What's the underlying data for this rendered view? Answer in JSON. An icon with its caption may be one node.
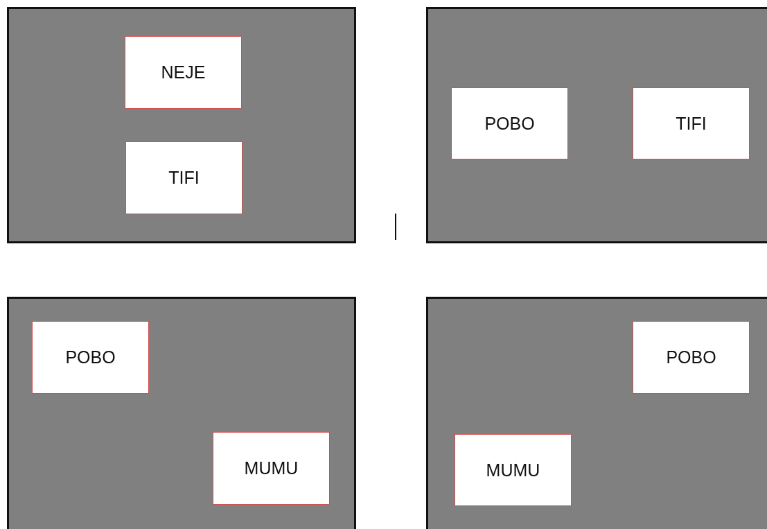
{
  "diagram": {
    "nodes": [
      {
        "text": [],
        "shape": "box"
      },
      {
        "text": [
          "NEJE"
        ],
        "in": 0
      },
      {
        "text": [
          "TIFI"
        ],
        "in": 0
      },
      {
        "text": [],
        "shape": "box"
      },
      {
        "text": [
          "POBO"
        ],
        "in": 3
      },
      {
        "text": [
          "TIFI"
        ],
        "in": 3
      },
      {
        "text": [],
        "shape": "box"
      },
      {
        "text": [
          "POBO"
        ],
        "in": 6
      },
      {
        "text": [
          "MUMU"
        ],
        "in": 6
      },
      {
        "text": [],
        "shape": "box"
      },
      {
        "text": [
          "POBO"
        ],
        "in": 9
      },
      {
        "text": [
          "MUMU"
        ],
        "in": 9
      }
    ]
  }
}
